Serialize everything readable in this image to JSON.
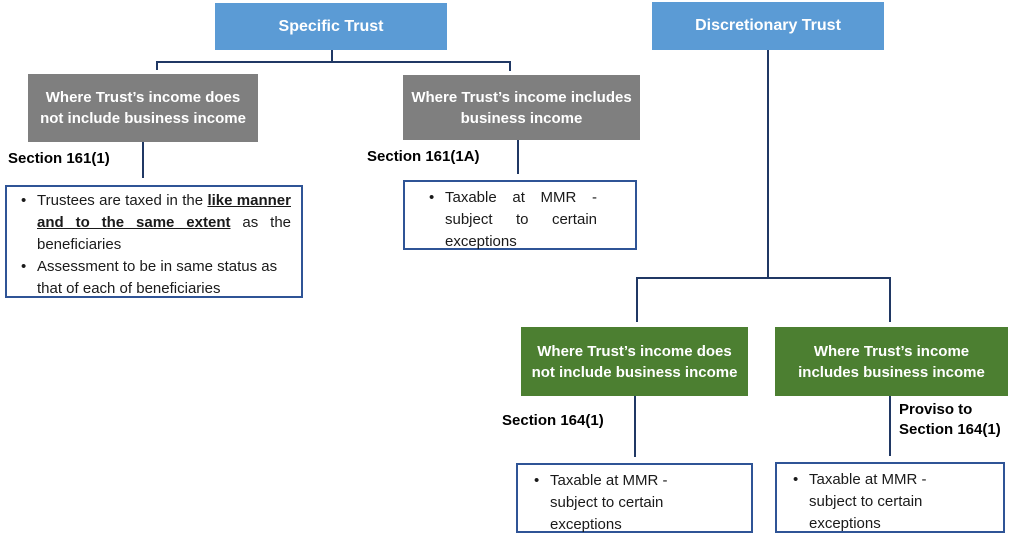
{
  "colors": {
    "blue": "#5B9BD5",
    "gray": "#7F7F7F",
    "green": "#4C7F31",
    "line": "#203864",
    "box_border": "#2F5496"
  },
  "specific_trust": {
    "title": "Specific Trust",
    "no_business": {
      "header": "Where Trust’s income does not include business income",
      "section_label": "Section 161(1)",
      "bullet1_prefix": "Trustees are taxed in the ",
      "bullet1_emphasis": "like manner and to the same extent",
      "bullet1_suffix": " as the beneficiaries",
      "bullet2": "Assessment to be in same status as that of each of beneficiaries"
    },
    "business": {
      "header": "Where Trust’s income includes business income",
      "section_label": "Section 161(1A)",
      "bullet": "Taxable at MMR - subject to certain exceptions"
    }
  },
  "discretionary_trust": {
    "title": "Discretionary Trust",
    "no_business": {
      "header": "Where Trust’s income does not include business income",
      "section_label": "Section 164(1)",
      "bullet": "Taxable at MMR - subject to certain exceptions"
    },
    "business": {
      "header": "Where Trust’s income includes business income",
      "section_label": "Proviso to\nSection 164(1)",
      "bullet": "Taxable at MMR - subject to certain exceptions"
    }
  }
}
